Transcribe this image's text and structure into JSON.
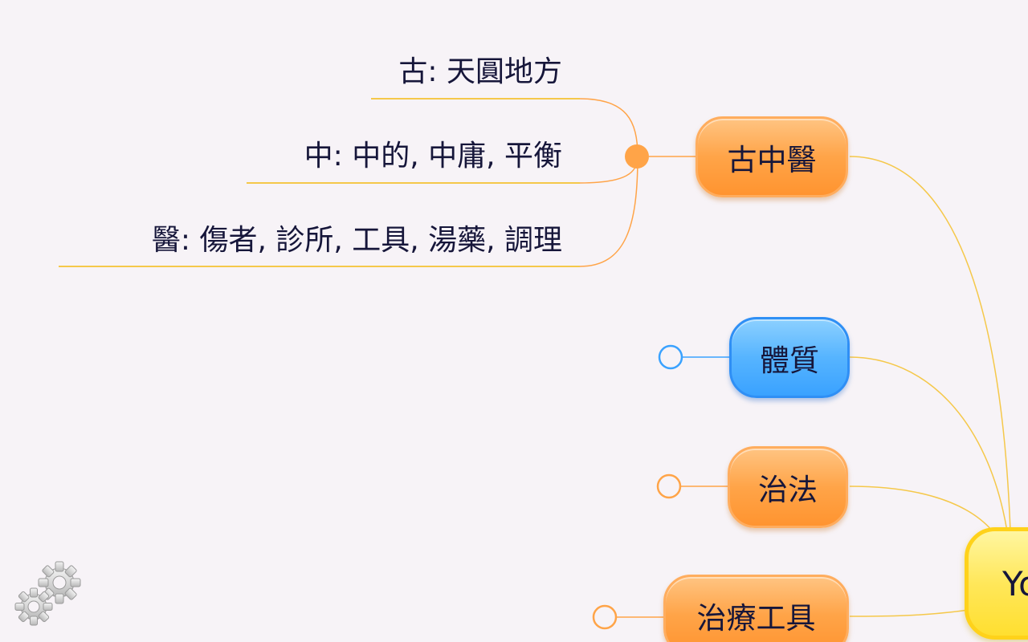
{
  "mindmap": {
    "root": {
      "label": "Yo"
    },
    "topics": [
      {
        "id": "gu",
        "label": "古中醫",
        "color": "orange",
        "expanded": true,
        "children": [
          {
            "label": "古: 天圓地方"
          },
          {
            "label": "中: 中的, 中庸, 平衡"
          },
          {
            "label": "醫: 傷者, 診所, 工具, 湯藥, 調理"
          }
        ]
      },
      {
        "id": "ti",
        "label": "體質",
        "color": "blue",
        "expanded": false
      },
      {
        "id": "zhi",
        "label": "治法",
        "color": "orange",
        "expanded": false
      },
      {
        "id": "tool",
        "label": "治療工具",
        "color": "orange",
        "expanded": false
      }
    ]
  },
  "colors": {
    "background": "#f7f3f7",
    "orange": "#ffa448",
    "blue": "#3aa2ff",
    "root_yellow": "#ffe75a",
    "link_yellow": "#f5c84a",
    "text": "#16163a"
  },
  "toolbar": {
    "settings_icon": "gears-icon"
  }
}
